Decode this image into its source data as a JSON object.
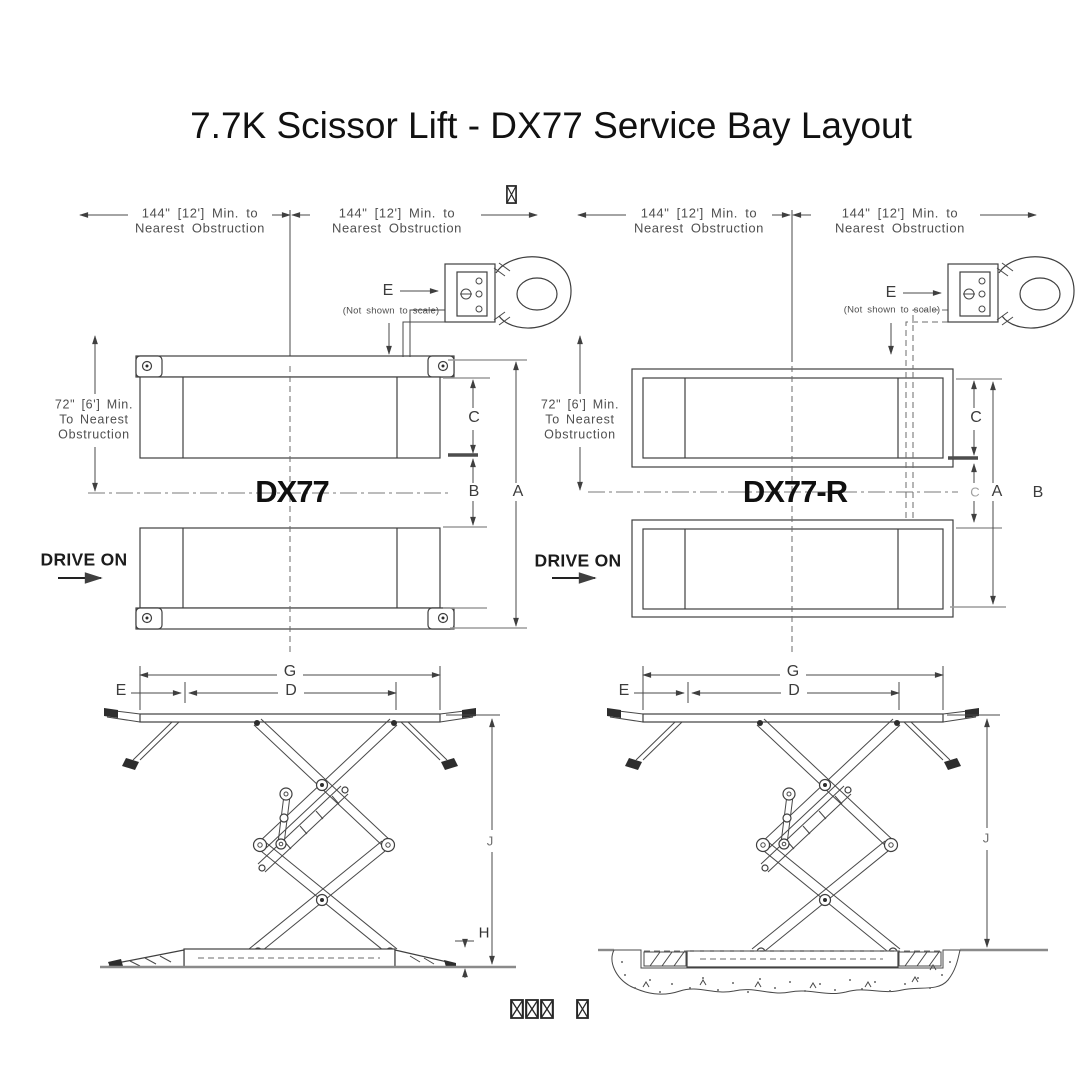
{
  "title": "7.7K Scissor Lift - DX77 Service Bay Layout",
  "colors": {
    "background": "#ffffff",
    "line": "#3f3f3f",
    "extension_line": "#9c9c9c",
    "dimension_text": "#4f4f4f",
    "label_text": "#101010",
    "floor_line": "#8a8a8a"
  },
  "labels": {
    "clearance_side": "144\" [12'] Min. to\nNearest Obstruction",
    "clearance_front": "72\" [6'] Min.\nTo Nearest\nObstruction",
    "not_to_scale": "(Not shown to scale)",
    "drive_on": "DRIVE ON"
  },
  "models": {
    "surface": "DX77",
    "recessed": "DX77-R"
  },
  "dims": {
    "a": "A",
    "b": "B",
    "c": "C",
    "d": "D",
    "e": "E",
    "g": "G",
    "h": "H",
    "j": "J"
  },
  "icons": {
    "missing_glyph_box": "box-with-x",
    "power_unit_console": "control-console-with-hose",
    "drive_on_arrow": "right-arrow"
  }
}
